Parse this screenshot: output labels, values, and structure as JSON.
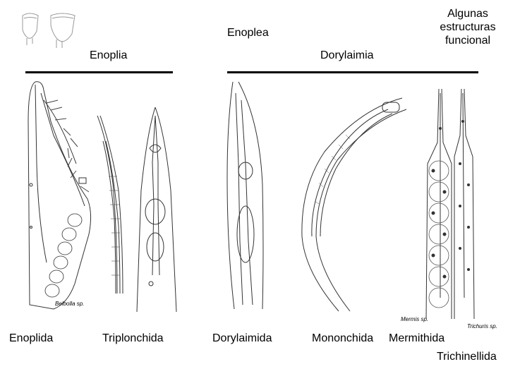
{
  "headers": {
    "enoplea": "Enoplea",
    "enoplia": "Enoplia",
    "dorylaimia": "Dorylaimia",
    "structures": "Algunas\nestructuras\nfuncional"
  },
  "specimens": {
    "belbolla": "Belbolla sp.",
    "mermis": "Mermis sp.",
    "trichuris": "Trichuris sp."
  },
  "orders": {
    "enoplida": "Enoplida",
    "triplonchida": "Triplonchida",
    "dorylaimida": "Dorylaimida",
    "mononchida": "Mononchida",
    "mermithida": "Mermithida",
    "trichinellida": "Trichinellida"
  }
}
